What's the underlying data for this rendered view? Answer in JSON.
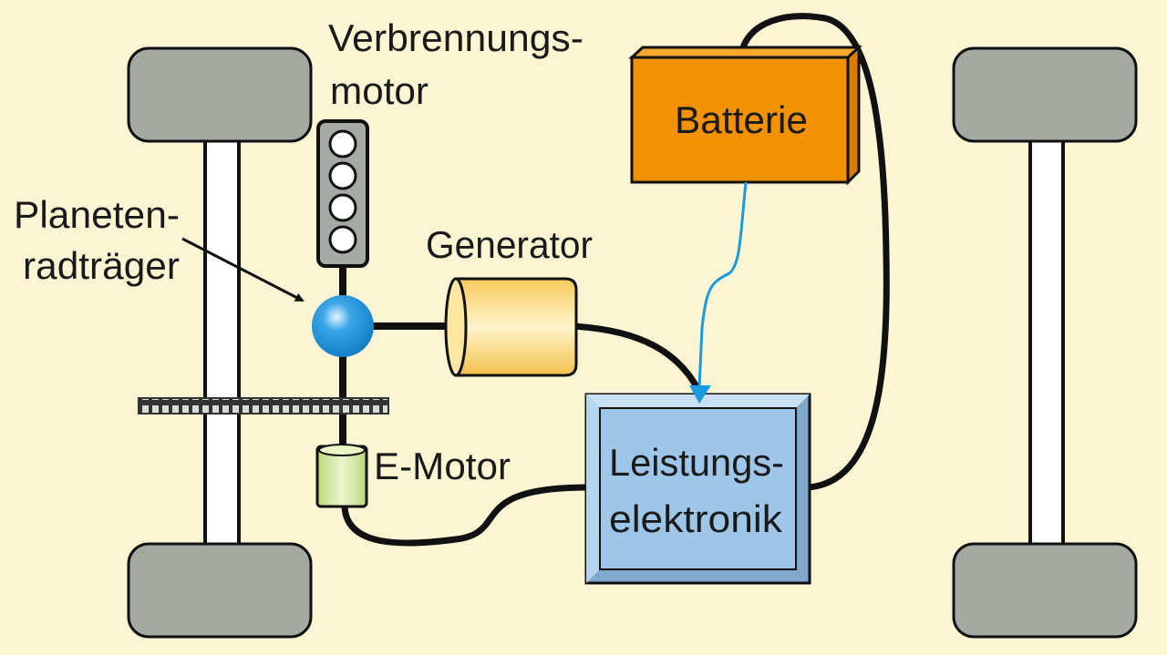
{
  "labels": {
    "engine_line1": "Verbrennungs-",
    "engine_line2": "motor",
    "planet_line1": "Planeten-",
    "planet_line2": "radträger",
    "generator": "Generator",
    "emotor": "E-Motor",
    "battery": "Batterie",
    "power_line1": "Leistungs-",
    "power_line2": "elektronik"
  },
  "colors": {
    "background": "#fcf5d3",
    "wheel": "#a3a8a1",
    "battery": "#f39200",
    "power_electronics": "#9ec6e8",
    "planet_carrier": "#1a8fd6",
    "generator": "#fde08a",
    "emotor": "#d6e8a0",
    "energy_arrow": "#1a9be0"
  }
}
